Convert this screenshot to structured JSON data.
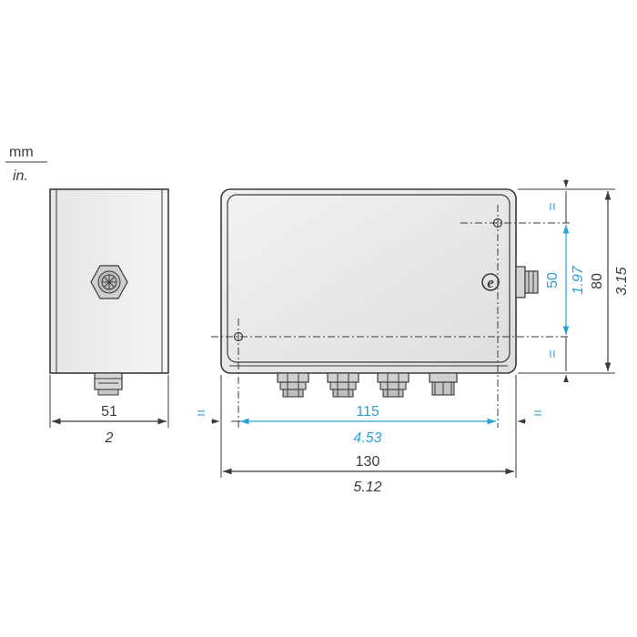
{
  "units": {
    "primary": "mm",
    "secondary": "in."
  },
  "colors": {
    "ink": "#3a3a3a",
    "accent": "#29a3d4",
    "body_fill": "#e2e2e2",
    "body_fill_light": "#eeeeee"
  },
  "dimensions": {
    "side_width_mm": "51",
    "side_width_in": "2",
    "hole_spacing_mm": "115",
    "hole_spacing_in": "4.53",
    "overall_width_mm": "130",
    "overall_width_in": "5.12",
    "hole_vspacing_mm": "50",
    "hole_vspacing_in": "1.97",
    "overall_height_mm": "80",
    "overall_height_in": "3.15",
    "equal_sign": "="
  },
  "symbols": {
    "logo_letter": "e"
  }
}
